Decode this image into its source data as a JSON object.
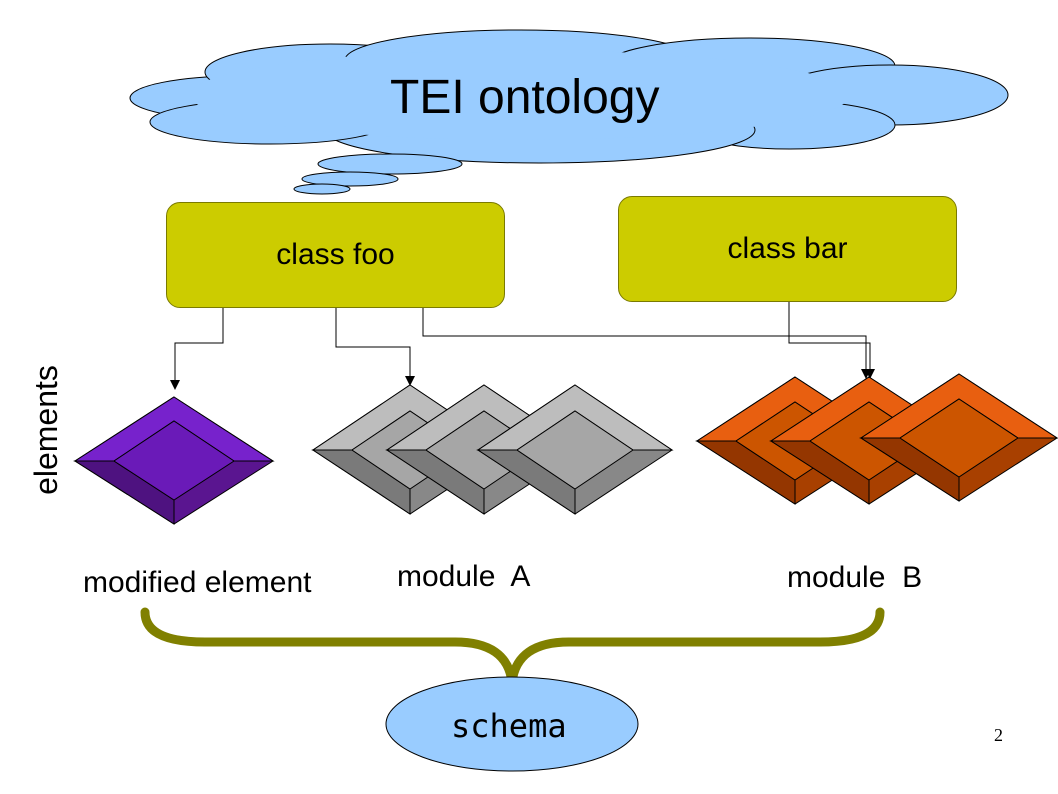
{
  "cloud": {
    "title": "TEI ontology"
  },
  "classes": {
    "foo": "class foo",
    "bar": "class bar"
  },
  "side_label": "elements",
  "groups": {
    "modified": "modified element",
    "module_a": "module  A",
    "module_b": "module  B"
  },
  "schema": "schema",
  "page_number": "2",
  "colors": {
    "cloud": "#99ccff",
    "class_box": "#cccc00",
    "modified_element": "#6a1ab8",
    "module_a": "#a6a6a6",
    "module_b": "#cc5500",
    "brace": "#808000",
    "schema": "#99ccff"
  }
}
